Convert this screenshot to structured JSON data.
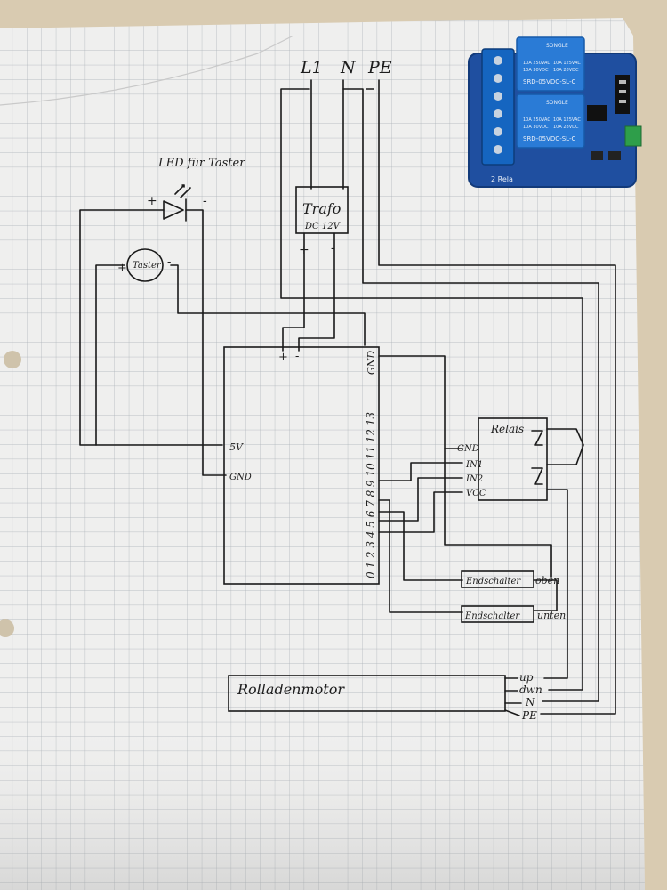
{
  "supply": {
    "l1": "L1",
    "n": "N",
    "pe": "PE"
  },
  "led": {
    "caption": "LED für Taster",
    "plus": "+",
    "minus": "-"
  },
  "taster": {
    "label": "Taster",
    "plus": "+",
    "minus": "-"
  },
  "trafo": {
    "name": "Trafo",
    "rating": "DC 12V",
    "plus": "+",
    "minus": "-"
  },
  "board": {
    "plus": "+",
    "minus": "-",
    "pin_5v": "5V",
    "pin_gnd": "GND",
    "pin_gnd_top": "GND",
    "pin_row": "0 1 2 3 4 5 6 7 8 9 10 11 12 13"
  },
  "relay_box": {
    "title": "Relais",
    "gnd": "GND",
    "in1": "IN1",
    "in2": "IN2",
    "vcc": "VCC"
  },
  "endschalter_oben": {
    "name": "Endschalter",
    "position": "oben"
  },
  "endschalter_unten": {
    "name": "Endschalter",
    "position": "unten"
  },
  "motor": {
    "name": "Rolladenmotor",
    "up": "up",
    "down": "dwn",
    "n": "N",
    "pe": "PE"
  },
  "relay_module_photo": {
    "brand": "SONGLE",
    "ratings": [
      "10A 250VAC",
      "10A 125VAC",
      "10A 30VDC",
      "10A 28VDC"
    ],
    "model": "SRD-05VDC-SL-C",
    "footer": "2 Rela",
    "colors": {
      "board": "#1f4fa0",
      "relay": "#2a7bd6",
      "terminal": "#1565c0"
    }
  }
}
